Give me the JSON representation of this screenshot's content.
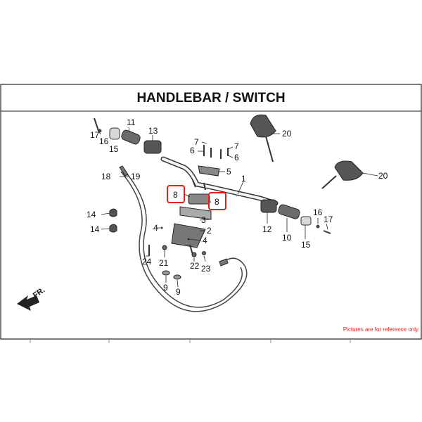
{
  "diagram": {
    "title": "HANDLEBAR / SWITCH",
    "note": "Pictures are for reference only",
    "direction_label": "FR.",
    "highlight_color": "#e0201a",
    "callouts": [
      {
        "id": "l17a",
        "text": "17"
      },
      {
        "id": "l16a",
        "text": "16"
      },
      {
        "id": "l15a",
        "text": "15"
      },
      {
        "id": "l11",
        "text": "11"
      },
      {
        "id": "l13",
        "text": "13"
      },
      {
        "id": "l7a",
        "text": "7"
      },
      {
        "id": "l6a",
        "text": "6"
      },
      {
        "id": "l7b",
        "text": "7"
      },
      {
        "id": "l6b",
        "text": "6"
      },
      {
        "id": "l5",
        "text": "5"
      },
      {
        "id": "l1",
        "text": "1"
      },
      {
        "id": "l20a",
        "text": "20"
      },
      {
        "id": "l20b",
        "text": "20"
      },
      {
        "id": "l18",
        "text": "18"
      },
      {
        "id": "l19",
        "text": "19"
      },
      {
        "id": "l8a",
        "text": "8"
      },
      {
        "id": "l8b",
        "text": "8"
      },
      {
        "id": "l14a",
        "text": "14"
      },
      {
        "id": "l14b",
        "text": "14"
      },
      {
        "id": "l3",
        "text": "3"
      },
      {
        "id": "l2",
        "text": "2"
      },
      {
        "id": "l4a",
        "text": "4"
      },
      {
        "id": "l4b",
        "text": "4"
      },
      {
        "id": "l24",
        "text": "24"
      },
      {
        "id": "l21",
        "text": "21"
      },
      {
        "id": "l22",
        "text": "22"
      },
      {
        "id": "l23",
        "text": "23"
      },
      {
        "id": "l9a",
        "text": "9"
      },
      {
        "id": "l9b",
        "text": "9"
      },
      {
        "id": "l12",
        "text": "12"
      },
      {
        "id": "l10",
        "text": "10"
      },
      {
        "id": "l15b",
        "text": "15"
      },
      {
        "id": "l16b",
        "text": "16"
      },
      {
        "id": "l17b",
        "text": "17"
      }
    ]
  }
}
